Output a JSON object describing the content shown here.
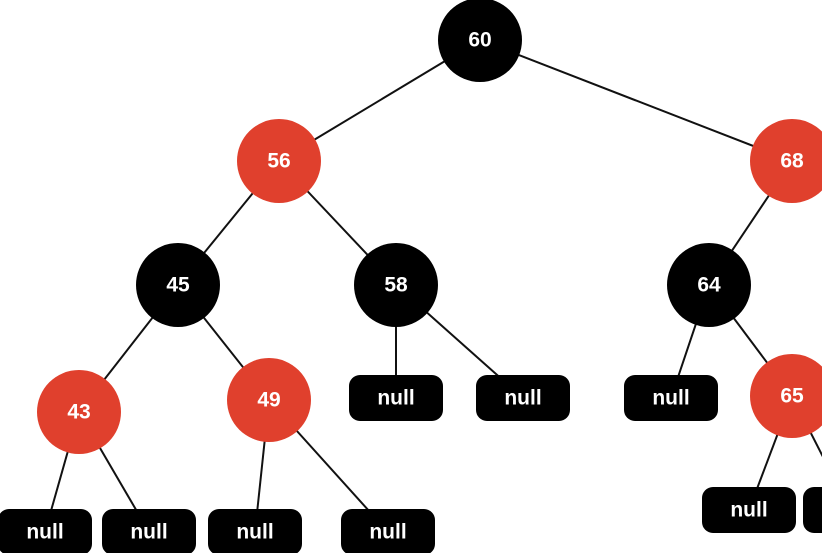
{
  "colors": {
    "red_node": "#e0402d",
    "black_node": "#000000",
    "null_leaf": "#000000",
    "edge": "#111111",
    "label": "#ffffff"
  },
  "nodes": [
    {
      "id": "n60",
      "label": "60",
      "color": "black",
      "kind": "node"
    },
    {
      "id": "n56",
      "label": "56",
      "color": "red",
      "kind": "node"
    },
    {
      "id": "n68",
      "label": "68",
      "color": "red",
      "kind": "node"
    },
    {
      "id": "n45",
      "label": "45",
      "color": "black",
      "kind": "node"
    },
    {
      "id": "n58",
      "label": "58",
      "color": "black",
      "kind": "node"
    },
    {
      "id": "n64",
      "label": "64",
      "color": "black",
      "kind": "node"
    },
    {
      "id": "n43",
      "label": "43",
      "color": "red",
      "kind": "node"
    },
    {
      "id": "n49",
      "label": "49",
      "color": "red",
      "kind": "node"
    },
    {
      "id": "n65",
      "label": "65",
      "color": "red",
      "kind": "node"
    },
    {
      "id": "null58a",
      "label": "null",
      "color": "black",
      "kind": "null"
    },
    {
      "id": "null58b",
      "label": "null",
      "color": "black",
      "kind": "null"
    },
    {
      "id": "null64a",
      "label": "null",
      "color": "black",
      "kind": "null"
    },
    {
      "id": "null65a",
      "label": "null",
      "color": "black",
      "kind": "null"
    },
    {
      "id": "null65b",
      "label": "",
      "color": "black",
      "kind": "null"
    },
    {
      "id": "null43a",
      "label": "null",
      "color": "black",
      "kind": "null"
    },
    {
      "id": "null43b",
      "label": "null",
      "color": "black",
      "kind": "null"
    },
    {
      "id": "null49a",
      "label": "null",
      "color": "black",
      "kind": "null"
    },
    {
      "id": "null49b",
      "label": "null",
      "color": "black",
      "kind": "null"
    }
  ],
  "edges": [
    [
      "n60",
      "n56"
    ],
    [
      "n60",
      "n68"
    ],
    [
      "n56",
      "n45"
    ],
    [
      "n56",
      "n58"
    ],
    [
      "n68",
      "n64"
    ],
    [
      "n45",
      "n43"
    ],
    [
      "n45",
      "n49"
    ],
    [
      "n58",
      "null58a"
    ],
    [
      "n58",
      "null58b"
    ],
    [
      "n64",
      "null64a"
    ],
    [
      "n64",
      "n65"
    ],
    [
      "n43",
      "null43a"
    ],
    [
      "n43",
      "null43b"
    ],
    [
      "n49",
      "null49a"
    ],
    [
      "n49",
      "null49b"
    ],
    [
      "n65",
      "null65a"
    ],
    [
      "n65",
      "null65b"
    ]
  ]
}
